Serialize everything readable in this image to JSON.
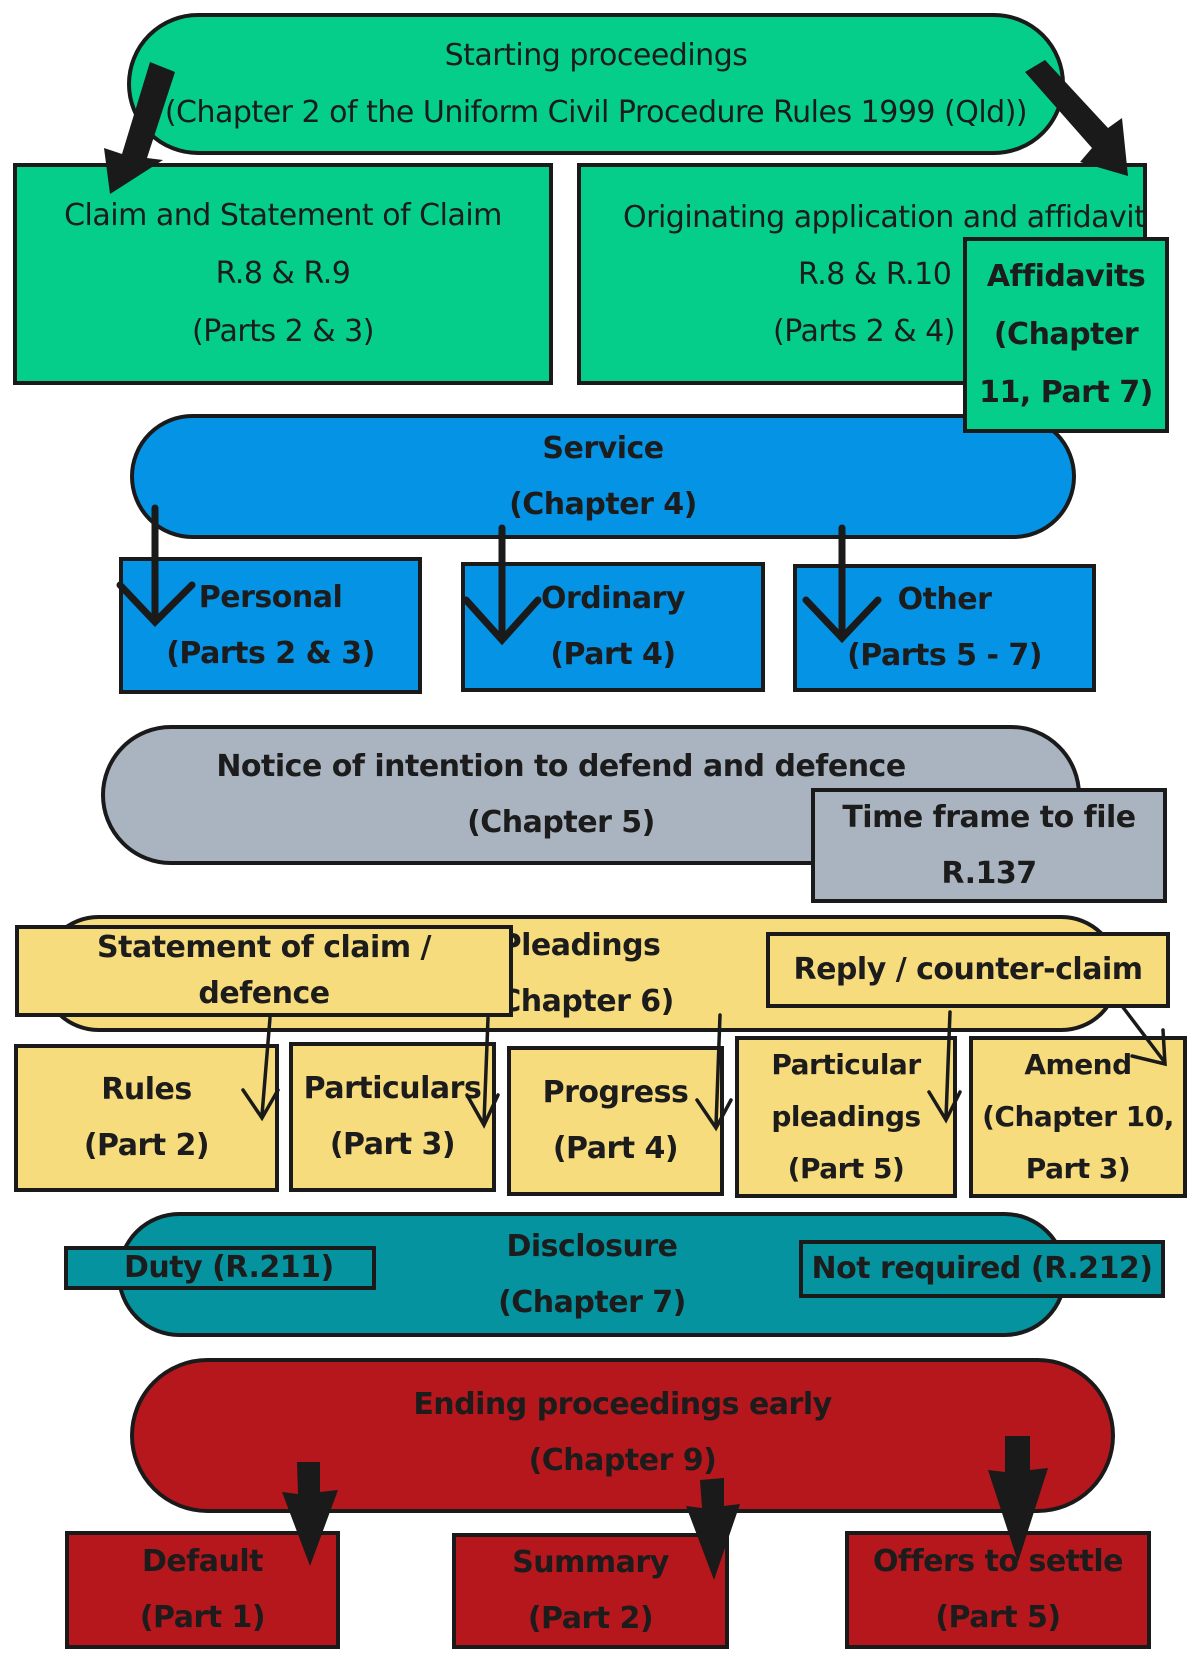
{
  "start": {
    "title": "Starting proceedings",
    "subtitle": "(Chapter 2 of the Uniform Civil Procedure Rules 1999 (Qld))",
    "claim": {
      "title": "Claim and Statement of Claim",
      "rule": "R.8 & R.9",
      "parts": "(Parts 2 & 3)"
    },
    "originating": {
      "title": "Originating application and affidavit",
      "rule": "R.8 & R.10",
      "parts": "(Parts 2 & 4)"
    },
    "affidavits": {
      "line1": "Affidavits",
      "line2": "(Chapter",
      "line3": "11, Part 7)"
    }
  },
  "service": {
    "title": "Service",
    "chapter": "(Chapter 4)",
    "personal": {
      "title": "Personal",
      "parts": "(Parts 2 & 3)"
    },
    "ordinary": {
      "title": "Ordinary",
      "parts": "(Part 4)"
    },
    "other": {
      "title": "Other",
      "parts": "(Parts 5 - 7)"
    }
  },
  "notice": {
    "title": "Notice of intention to defend and defence",
    "chapter": "(Chapter 5)",
    "timeframe": {
      "title": "Time frame to file",
      "rule": "R.137"
    }
  },
  "pleadings": {
    "title": "Pleadings",
    "chapter": "(Chapter 6)",
    "statement": {
      "line1": "Statement of claim /",
      "line2": "defence"
    },
    "reply": "Reply / counter-claim",
    "rules": {
      "title": "Rules",
      "parts": "(Part 2)"
    },
    "particulars": {
      "title": "Particulars",
      "parts": "(Part 3)"
    },
    "progress": {
      "title": "Progress",
      "parts": "(Part 4)"
    },
    "particular_pleadings": {
      "line1": "Particular",
      "line2": "pleadings",
      "line3": "(Part 5)"
    },
    "amend": {
      "line1": "Amend",
      "line2": "(Chapter 10,",
      "line3": "Part 3)"
    }
  },
  "disclosure": {
    "title": "Disclosure",
    "chapter": "(Chapter 7)",
    "duty": "Duty (R.211)",
    "not_required": "Not required (R.212)"
  },
  "ending": {
    "title": "Ending proceedings early",
    "chapter": "(Chapter 9)",
    "default": {
      "title": "Default",
      "parts": "(Part 1)"
    },
    "summary": {
      "title": "Summary",
      "parts": "(Part 2)"
    },
    "offers": {
      "title": "Offers to settle",
      "parts": "(Part 5)"
    }
  },
  "colors": {
    "green": "#05ce8a",
    "blue": "#0593e6",
    "grey": "#aab4c0",
    "yellow": "#f7dc7d",
    "teal": "#05949f",
    "red": "#b5171c",
    "outline": "#1a1a1a"
  }
}
